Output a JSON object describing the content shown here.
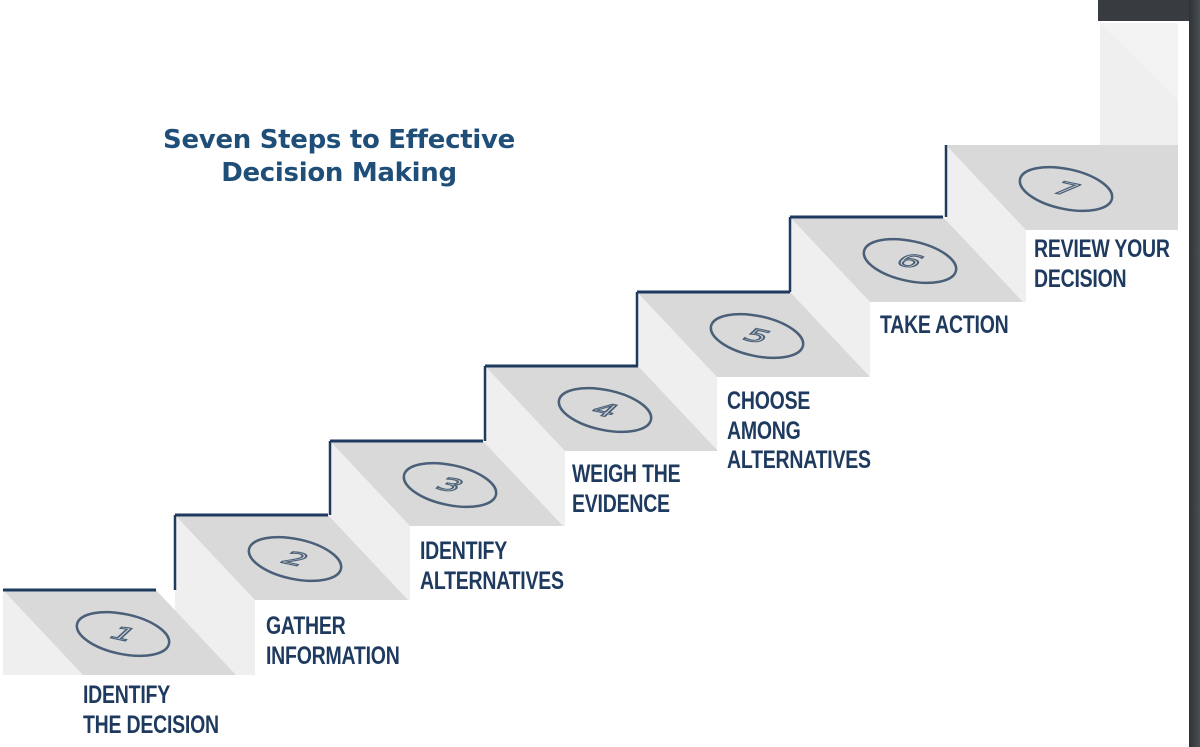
{
  "title": {
    "line1": "Seven Steps to Effective",
    "line2": "Decision Making"
  },
  "colors": {
    "title": "#1f4e79",
    "label": "#1f3a5f",
    "tread": "#d9d9d9",
    "riser": "#f0eff0",
    "edge_line": "#1f3a5f",
    "oval": "#4a6078",
    "frame": "#383c40"
  },
  "steps": [
    {
      "number": "1",
      "lines": [
        "IDENTIFY",
        "THE DECISION"
      ]
    },
    {
      "number": "2",
      "lines": [
        "GATHER",
        "INFORMATION"
      ]
    },
    {
      "number": "3",
      "lines": [
        "IDENTIFY",
        "ALTERNATIVES"
      ]
    },
    {
      "number": "4",
      "lines": [
        "WEIGH THE",
        "EVIDENCE"
      ]
    },
    {
      "number": "5",
      "lines": [
        "CHOOSE",
        "AMONG",
        "ALTERNATIVES"
      ]
    },
    {
      "number": "6",
      "lines": [
        "TAKE ACTION"
      ]
    },
    {
      "number": "7",
      "lines": [
        "REVIEW YOUR",
        "DECISION"
      ]
    }
  ]
}
